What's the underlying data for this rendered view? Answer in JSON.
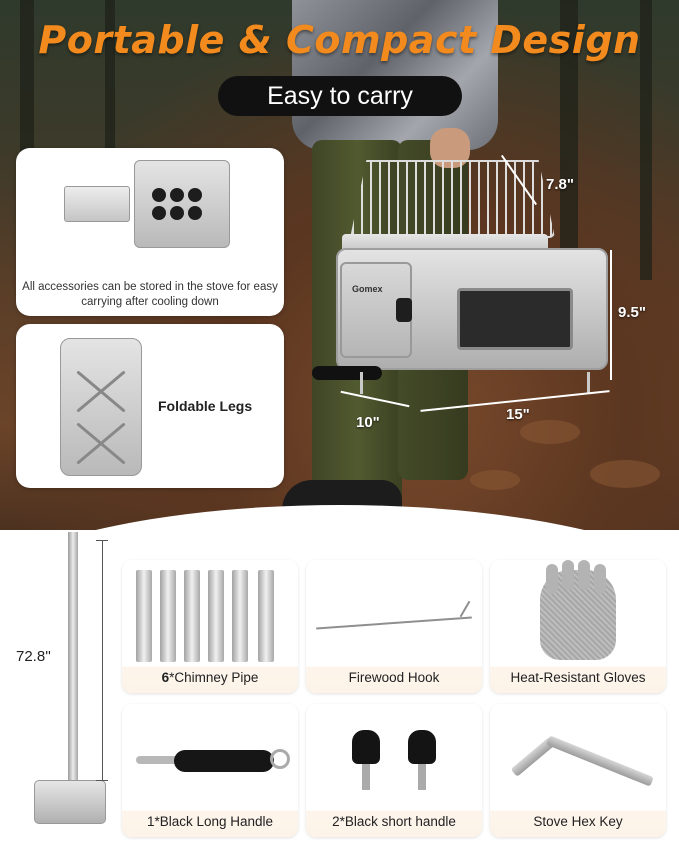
{
  "hero": {
    "title": "Portable & Compact Design",
    "subtitle": "Easy to carry",
    "dimensions": {
      "depth": "7.8\"",
      "height": "9.5\"",
      "width_front": "10\"",
      "length": "15\""
    },
    "brand": "Gomex"
  },
  "cards": {
    "storage_text": "All accessories can be stored in the stove for easy carrying after cooling down",
    "legs_text": "Foldable Legs"
  },
  "chimney": {
    "height_label": "72.8''"
  },
  "accessories": [
    {
      "count": "6",
      "name": "*Chimney Pipe"
    },
    {
      "name": "Firewood Hook"
    },
    {
      "name": "Heat-Resistant Gloves"
    },
    {
      "name": "1*Black Long Handle"
    },
    {
      "name": "2*Black short handle"
    },
    {
      "name": "Stove Hex Key"
    }
  ],
  "colors": {
    "title_orange": "#f28a1e",
    "pill_black": "#111111",
    "card_bottom_tint": "#fdf3e8"
  }
}
